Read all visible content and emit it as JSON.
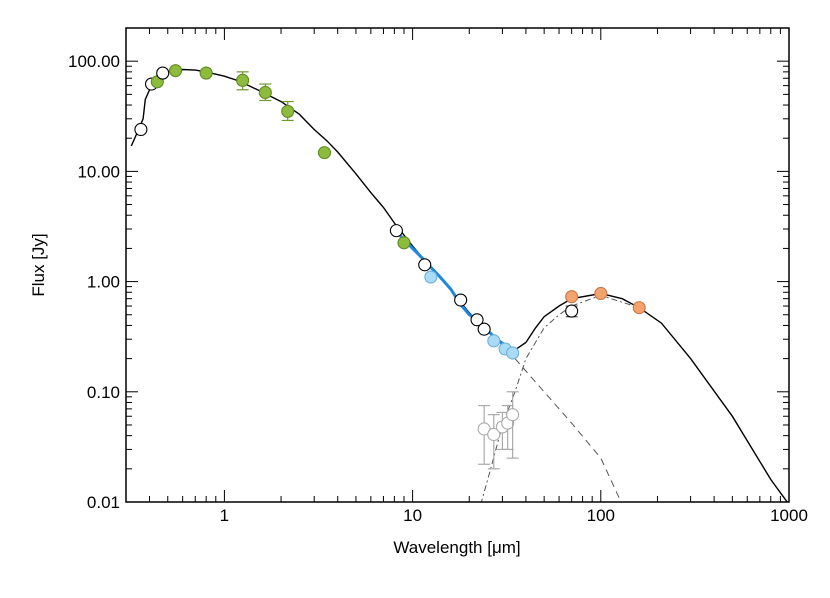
{
  "chart_data": {
    "type": "scatter",
    "xlabel": "Wavelength [μm]",
    "ylabel": "Flux [Jy]",
    "x_scale": "log",
    "y_scale": "log",
    "xlim": [
      0.3,
      1000
    ],
    "ylim": [
      0.01,
      200
    ],
    "x_ticks": [
      {
        "value": 1,
        "label": "1"
      },
      {
        "value": 10,
        "label": "10"
      },
      {
        "value": 100,
        "label": "100"
      },
      {
        "value": 1000,
        "label": "1000"
      }
    ],
    "y_ticks": [
      {
        "value": 0.01,
        "label": "0.01"
      },
      {
        "value": 0.1,
        "label": "0.10"
      },
      {
        "value": 1,
        "label": "1.00"
      },
      {
        "value": 10,
        "label": "10.00"
      },
      {
        "value": 100,
        "label": "100.00"
      }
    ],
    "grid": false,
    "legend": "none",
    "colors": {
      "photometry_green": "#8dbb3c",
      "photometry_orange": "#f4a36d",
      "photometry_lightblue": "#a9dbf5",
      "spectrum_blue": "#1e88dd",
      "model_line": "#000000",
      "component_dashed": "#555555",
      "excess_grey": "#aaaaaa"
    },
    "series": [
      {
        "kind": "model",
        "style": "solid",
        "points": [
          [
            0.32,
            17
          ],
          [
            0.35,
            24
          ],
          [
            0.37,
            30
          ],
          [
            0.38,
            45
          ],
          [
            0.4,
            55
          ],
          [
            0.45,
            72
          ],
          [
            0.5,
            80
          ],
          [
            0.6,
            84
          ],
          [
            0.7,
            83
          ],
          [
            0.8,
            80
          ],
          [
            1.0,
            73
          ],
          [
            1.2,
            66
          ],
          [
            1.5,
            55
          ],
          [
            2.0,
            43
          ],
          [
            2.5,
            33
          ],
          [
            3.0,
            24
          ],
          [
            3.5,
            19
          ],
          [
            4.0,
            15
          ],
          [
            5.0,
            9.5
          ],
          [
            6.0,
            6.4
          ],
          [
            7.0,
            4.7
          ],
          [
            8.0,
            3.4
          ],
          [
            10.0,
            2.1
          ],
          [
            12.0,
            1.45
          ],
          [
            15.0,
            0.95
          ],
          [
            20.0,
            0.52
          ],
          [
            25.0,
            0.36
          ],
          [
            30.0,
            0.28
          ],
          [
            35.0,
            0.24
          ],
          [
            40.0,
            0.28
          ],
          [
            45.0,
            0.38
          ],
          [
            50.0,
            0.48
          ],
          [
            60.0,
            0.6
          ],
          [
            70.0,
            0.7
          ],
          [
            100.0,
            0.78
          ],
          [
            130.0,
            0.7
          ],
          [
            160.0,
            0.58
          ],
          [
            210.0,
            0.42
          ],
          [
            300.0,
            0.2
          ],
          [
            500.0,
            0.06
          ],
          [
            800.0,
            0.016
          ],
          [
            1000.0,
            0.0095
          ]
        ]
      },
      {
        "kind": "photosphere",
        "style": "dashed",
        "points": [
          [
            35,
            0.2
          ],
          [
            50,
            0.1
          ],
          [
            70,
            0.052
          ],
          [
            100,
            0.025
          ],
          [
            130,
            0.0095
          ]
        ]
      },
      {
        "kind": "dust",
        "style": "dash-dot",
        "points": [
          [
            23,
            0.0095
          ],
          [
            26,
            0.02
          ],
          [
            30,
            0.05
          ],
          [
            35,
            0.1
          ],
          [
            40,
            0.2
          ],
          [
            50,
            0.38
          ],
          [
            60,
            0.5
          ],
          [
            70,
            0.6
          ],
          [
            100,
            0.75
          ],
          [
            160,
            0.58
          ]
        ]
      },
      {
        "kind": "spectrum",
        "style": "solid-blue",
        "points": [
          [
            8,
            3.0
          ],
          [
            9,
            2.4
          ],
          [
            10,
            2.0
          ],
          [
            11,
            1.7
          ],
          [
            12,
            1.45
          ],
          [
            14,
            1.1
          ],
          [
            16,
            0.85
          ],
          [
            18,
            0.62
          ],
          [
            20,
            0.5
          ],
          [
            22,
            0.45
          ],
          [
            25,
            0.36
          ],
          [
            28,
            0.3
          ],
          [
            32,
            0.25
          ],
          [
            36,
            0.23
          ]
        ]
      }
    ],
    "points": [
      {
        "x": 0.36,
        "y": 24,
        "color": "white"
      },
      {
        "x": 0.41,
        "y": 62,
        "color": "white"
      },
      {
        "x": 0.44,
        "y": 65,
        "color": "green"
      },
      {
        "x": 0.47,
        "y": 78,
        "color": "white"
      },
      {
        "x": 0.55,
        "y": 82,
        "color": "green"
      },
      {
        "x": 0.8,
        "y": 78,
        "color": "green"
      },
      {
        "x": 1.25,
        "y": 67,
        "color": "green",
        "err": [
          55,
          80
        ]
      },
      {
        "x": 1.65,
        "y": 52,
        "color": "green",
        "err": [
          44,
          62
        ]
      },
      {
        "x": 2.17,
        "y": 35,
        "color": "green",
        "err": [
          29,
          43
        ]
      },
      {
        "x": 3.4,
        "y": 14.8,
        "color": "green"
      },
      {
        "x": 8.2,
        "y": 2.9,
        "color": "white"
      },
      {
        "x": 9.0,
        "y": 2.25,
        "color": "green"
      },
      {
        "x": 11.6,
        "y": 1.42,
        "color": "white"
      },
      {
        "x": 12.5,
        "y": 1.1,
        "color": "lightblue"
      },
      {
        "x": 18.0,
        "y": 0.68,
        "color": "white"
      },
      {
        "x": 22.0,
        "y": 0.45,
        "color": "white"
      },
      {
        "x": 24.0,
        "y": 0.37,
        "color": "white"
      },
      {
        "x": 27.0,
        "y": 0.29,
        "color": "lightblue"
      },
      {
        "x": 31.0,
        "y": 0.245,
        "color": "lightblue"
      },
      {
        "x": 34.0,
        "y": 0.225,
        "color": "lightblue"
      },
      {
        "x": 70.0,
        "y": 0.54,
        "color": "white",
        "err": [
          0.48,
          0.6
        ]
      },
      {
        "x": 70.0,
        "y": 0.73,
        "color": "orange"
      },
      {
        "x": 100.0,
        "y": 0.78,
        "color": "orange"
      },
      {
        "x": 160.0,
        "y": 0.58,
        "color": "orange"
      },
      {
        "x": 24.0,
        "y": 0.046,
        "color": "grey",
        "err": [
          0.022,
          0.075
        ]
      },
      {
        "x": 27.0,
        "y": 0.041,
        "color": "grey",
        "err": [
          0.02,
          0.062
        ]
      },
      {
        "x": 30.0,
        "y": 0.048,
        "color": "grey",
        "err": [
          0.03,
          0.065
        ]
      },
      {
        "x": 32.0,
        "y": 0.052,
        "color": "grey",
        "err": [
          0.03,
          0.075
        ]
      },
      {
        "x": 34.0,
        "y": 0.062,
        "color": "grey",
        "err": [
          0.025,
          0.1
        ]
      }
    ]
  }
}
